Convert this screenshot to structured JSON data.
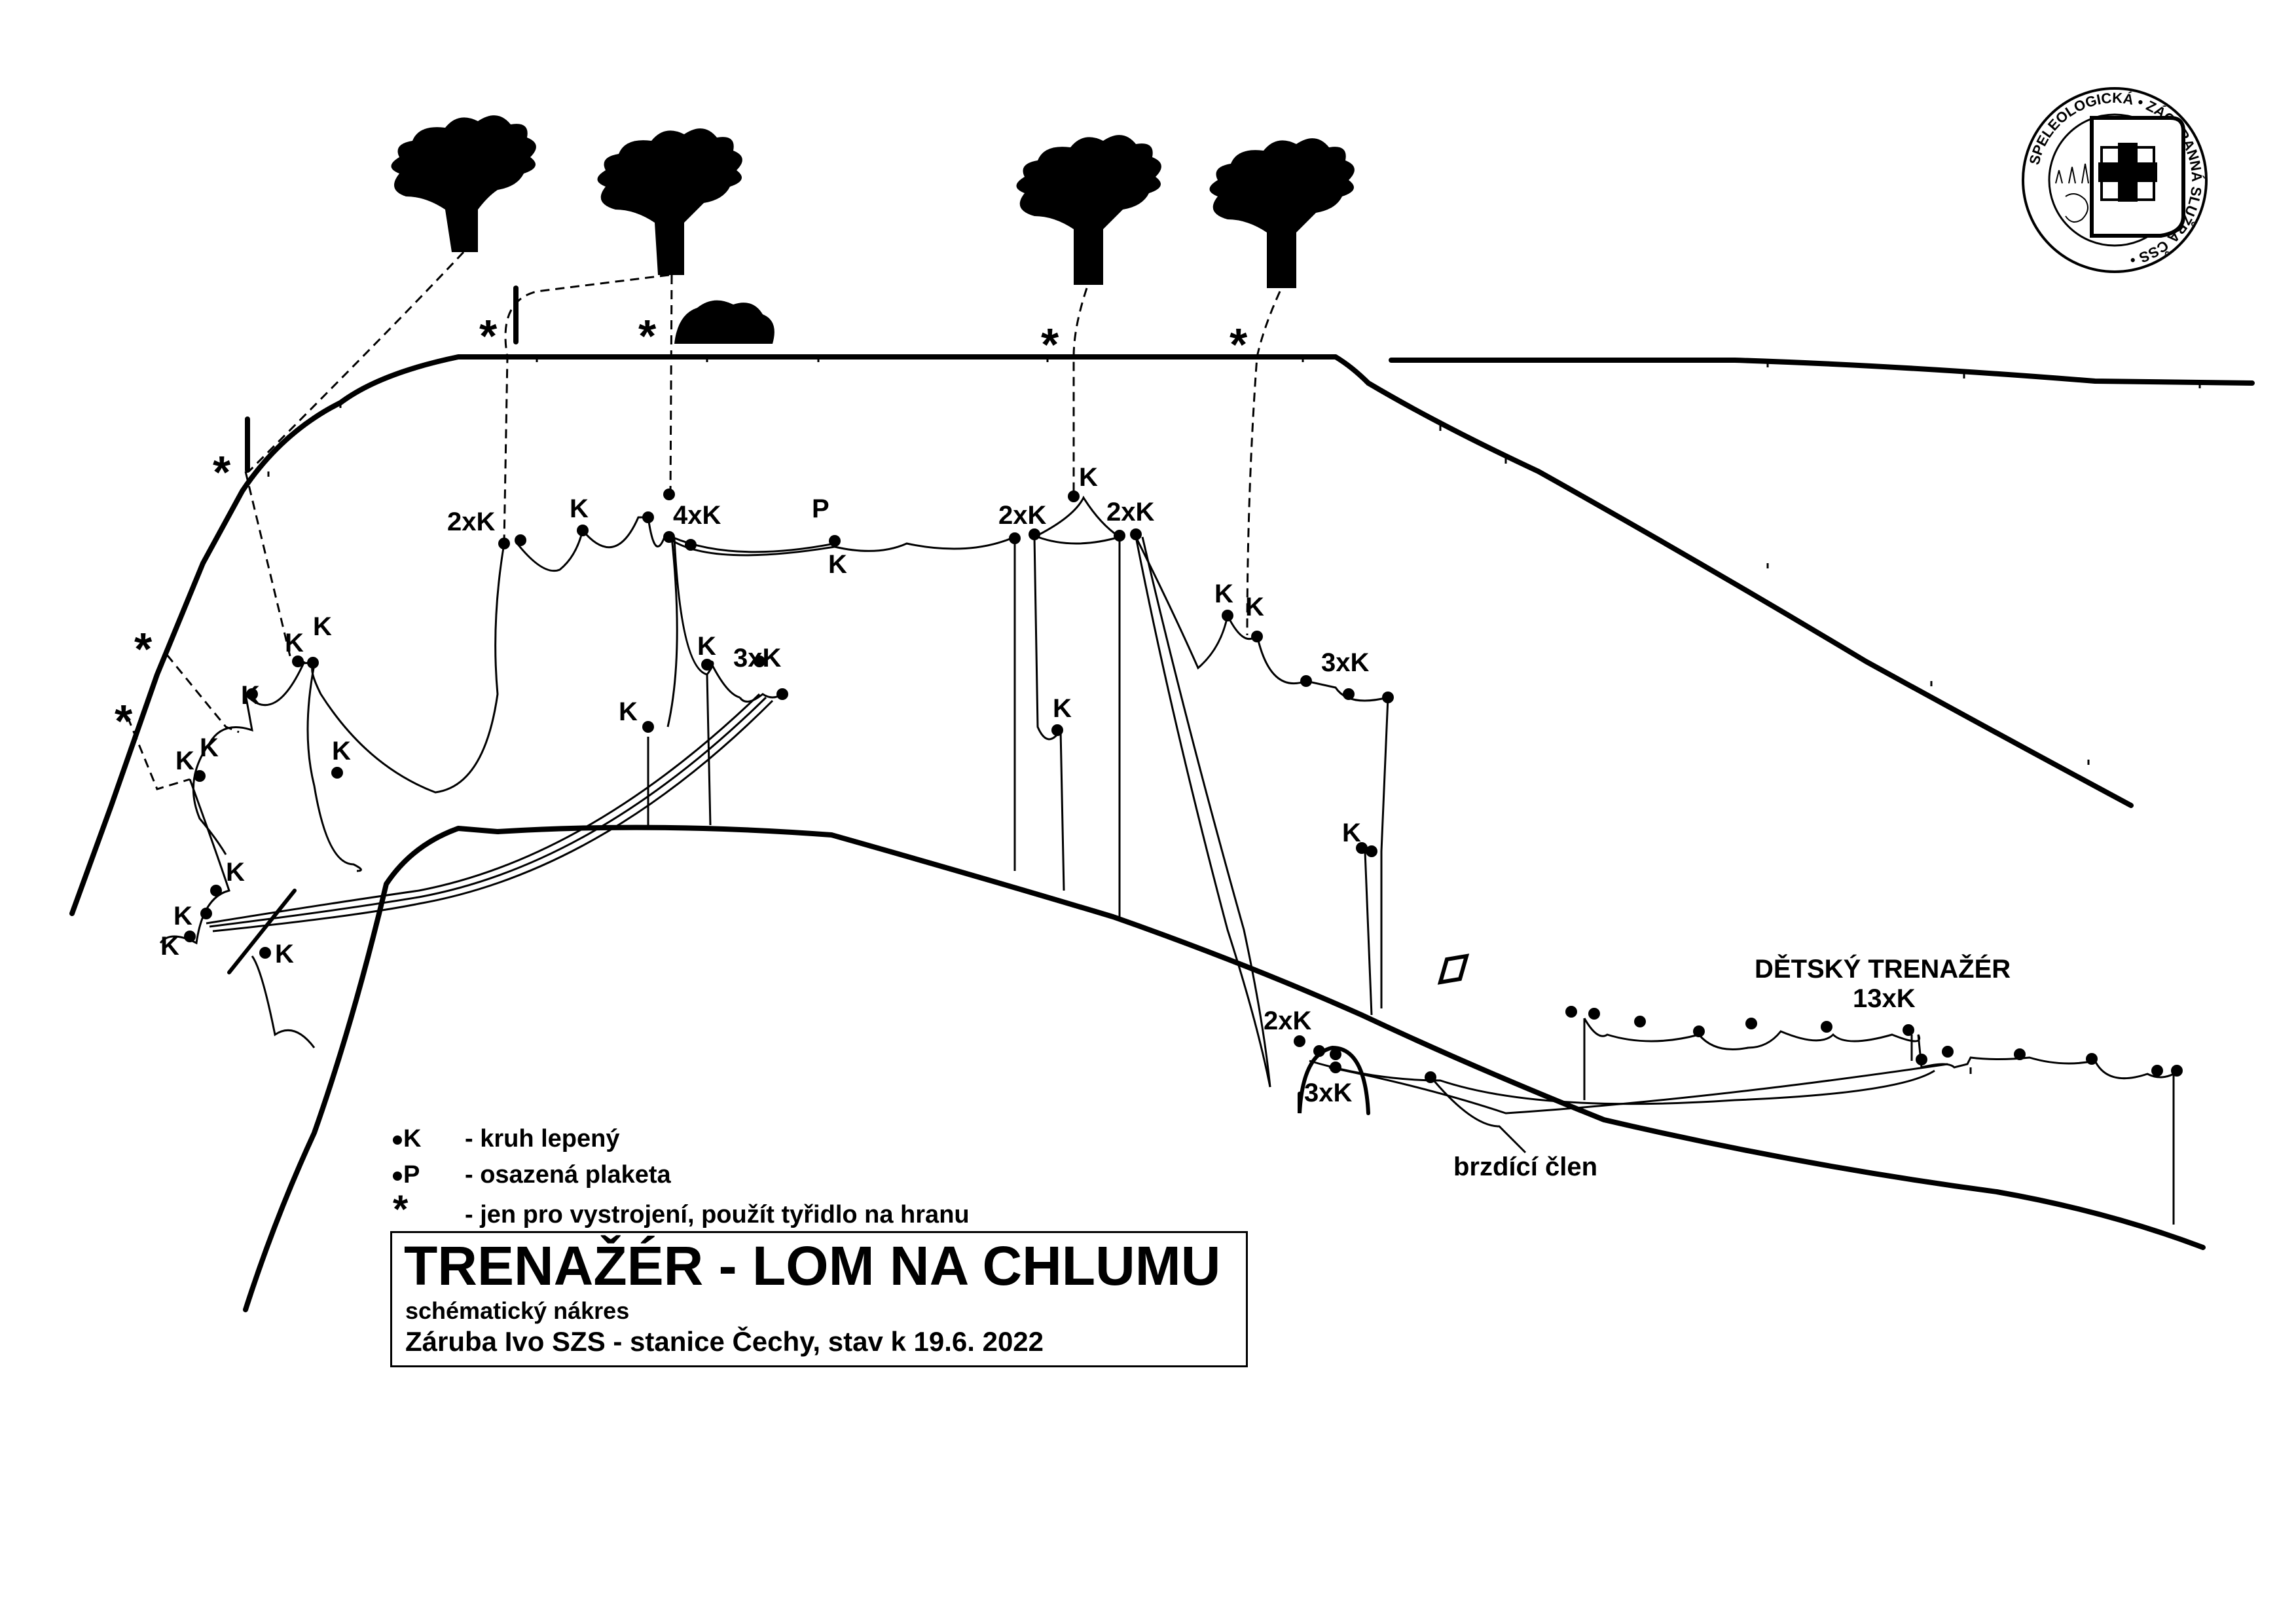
{
  "labels": {
    "k": "K",
    "p": "P",
    "k2": "2xK",
    "k3": "3xK",
    "k4": "4xK",
    "star": "*",
    "child_trainer_title": "DĚTSKÝ TRENAŽÉR",
    "child_trainer_count": "13xK",
    "brake": "brzdící člen"
  },
  "legend": {
    "ring_symbol": "K",
    "ring_text": "- kruh lepený",
    "plate_symbol": "P",
    "plate_text": "- osazená plaketa",
    "star_symbol": "*",
    "star_text": "- jen pro vystrojení, použít tyřidlo na hranu"
  },
  "title_block": {
    "title": "TRENAŽÉR - LOM NA CHLUMU",
    "subtitle": "schématický nákres",
    "author": "Záruba Ivo SZS - stanice Čechy, stav k 19.6. 2022"
  },
  "logo": {
    "ring_text": "SPELEOLOGICKÁ • ZÁCHRANNÁ SLUŽBA ČSS •",
    "icon": "red-cross-shield-icon"
  },
  "colors": {
    "ink": "#000000",
    "paper": "#ffffff"
  }
}
